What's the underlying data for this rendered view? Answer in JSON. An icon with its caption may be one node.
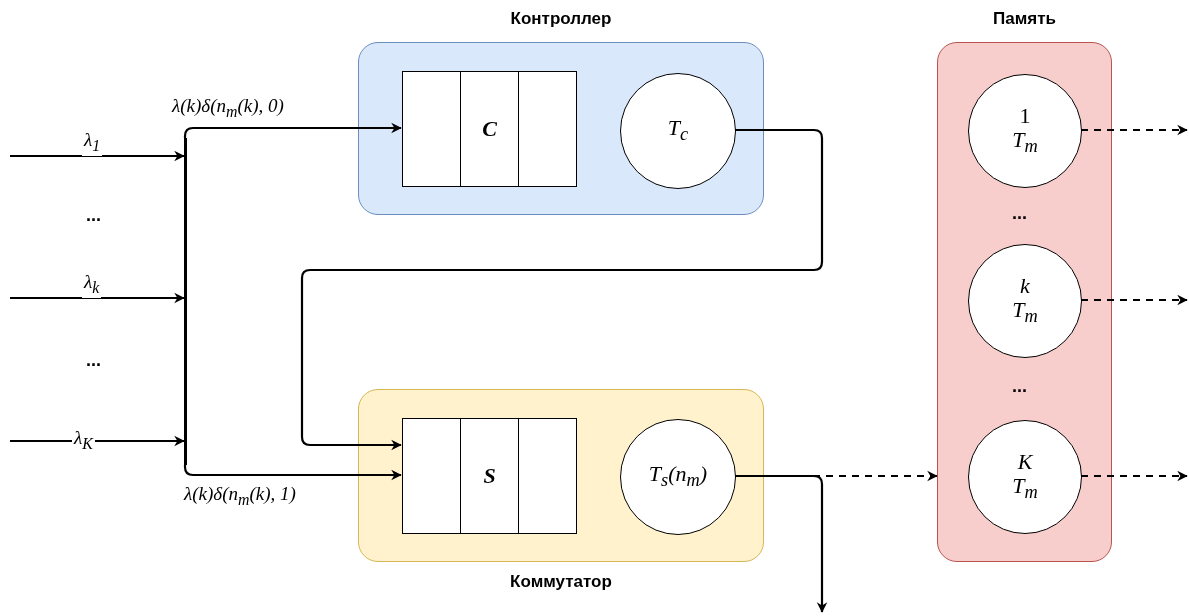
{
  "diagram": {
    "nodes": [
      {
        "text": [
          "Контроллер"
        ]
      },
      {
        "text": [
          "C"
        ],
        "in": 0
      },
      {
        "text": [
          "T$_{c}$"
        ],
        "in": 0
      },
      {
        "text": [
          "Коммутатор"
        ]
      },
      {
        "text": [
          "S"
        ],
        "in": 3
      },
      {
        "text": [
          "T$_{s}$(n$_{m}$)"
        ],
        "in": 3
      },
      {
        "text": [
          "Память"
        ]
      },
      {
        "text": [
          "1",
          "T$_{m}$"
        ],
        "in": 6
      },
      {
        "text": [
          "k",
          "T$_{m}$"
        ],
        "in": 6
      },
      {
        "text": [
          "K",
          "T$_{m}$"
        ],
        "in": 6
      },
      {
        "text": [],
        "shape": "bar"
      }
    ],
    "edges": [
      {
        "from": null,
        "to": 10,
        "arrow": "to",
        "label": "λ$_{1}$"
      },
      {
        "from": null,
        "to": 10,
        "arrow": "to",
        "label": "λ$_{k}$"
      },
      {
        "from": null,
        "to": 10,
        "arrow": "to",
        "label": "λ$_{K}$"
      },
      {
        "from": 10,
        "to": 1,
        "arrow": "to",
        "label": "λ(k)δ(n$_{m}$(k), 0)"
      },
      {
        "from": 10,
        "to": 4,
        "arrow": "to",
        "label": "λ(k)δ(n$_{m}$(k), 1)"
      },
      {
        "from": 2,
        "to": 4,
        "arrow": "to"
      },
      {
        "from": 5,
        "to": 6,
        "arrow": "to",
        "style": "dashed"
      },
      {
        "from": 5,
        "to": null,
        "arrow": "to"
      },
      {
        "from": 7,
        "to": null,
        "arrow": "to",
        "style": "dashed"
      },
      {
        "from": 8,
        "to": null,
        "arrow": "to",
        "style": "dashed"
      },
      {
        "from": 9,
        "to": null,
        "arrow": "to",
        "style": "dashed"
      }
    ],
    "labels": [
      "...",
      "...",
      "...",
      "..."
    ]
  }
}
